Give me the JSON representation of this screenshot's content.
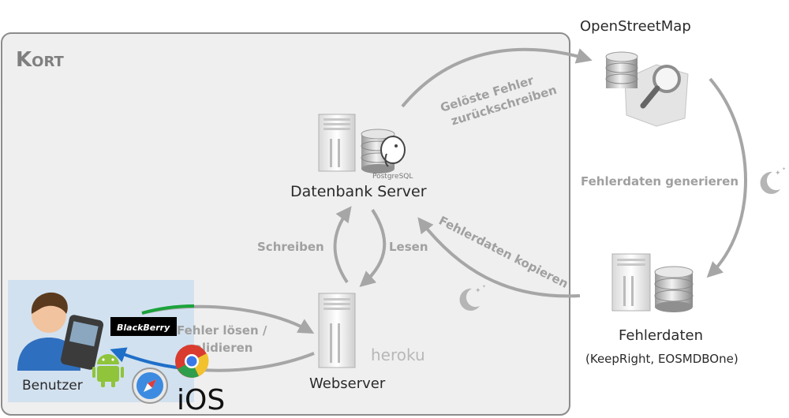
{
  "diagram": {
    "system_title": "Kort",
    "nodes": {
      "osm": "OpenStreetMap",
      "db_server": "Datenbank Server",
      "postgres_brand": "PostgreSQL",
      "fehlerdaten": "Fehlerdaten",
      "fehlerdaten_sub": "(KeepRight, EOSMDBOne)",
      "webserver": "Webserver",
      "heroku_brand": "heroku",
      "benutzer": "Benutzer",
      "blackberry_brand": "BlackBerry",
      "ios_brand": "iOS"
    },
    "edges": {
      "write_back": [
        "Gelöste Fehler",
        "zurückschreiben"
      ],
      "generate": "Fehlerdaten generieren",
      "copy": "Fehlerdaten kopieren",
      "schreiben": "Schreiben",
      "lesen": "Lesen",
      "user_action": [
        "Fehler lösen /",
        "validieren"
      ]
    },
    "colors": {
      "frame_fill": "#efefef",
      "frame_stroke": "#8c8c8c",
      "arrow": "#a6a6a6",
      "user_panel": "#d2e1ef",
      "arrow_green": "#1aa33a",
      "arrow_blue": "#1e6fc8"
    }
  }
}
